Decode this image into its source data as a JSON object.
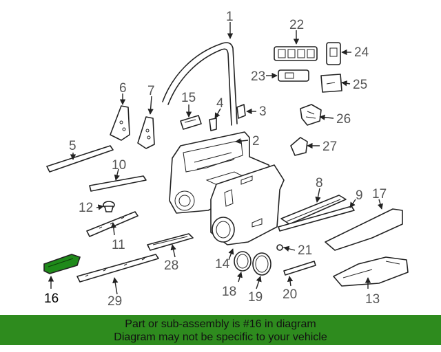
{
  "highlight": {
    "part": "16",
    "color": "#1f8a1a"
  },
  "callouts": {
    "c1": "1",
    "c2": "2",
    "c3": "3",
    "c4": "4",
    "c5": "5",
    "c6": "6",
    "c7": "7",
    "c8": "8",
    "c9": "9",
    "c10": "10",
    "c11": "11",
    "c12": "12",
    "c13": "13",
    "c14": "14",
    "c15": "15",
    "c16": "16",
    "c17": "17",
    "c18": "18",
    "c19": "19",
    "c20": "20",
    "c21": "21",
    "c22": "22",
    "c23": "23",
    "c24": "24",
    "c25": "25",
    "c26": "26",
    "c27": "27",
    "c28": "28",
    "c29": "29"
  },
  "banner": {
    "line1": "Part or sub-assembly is #16 in diagram",
    "line2": "Diagram may not be specific to your vehicle",
    "color": "#2e8b1e"
  }
}
